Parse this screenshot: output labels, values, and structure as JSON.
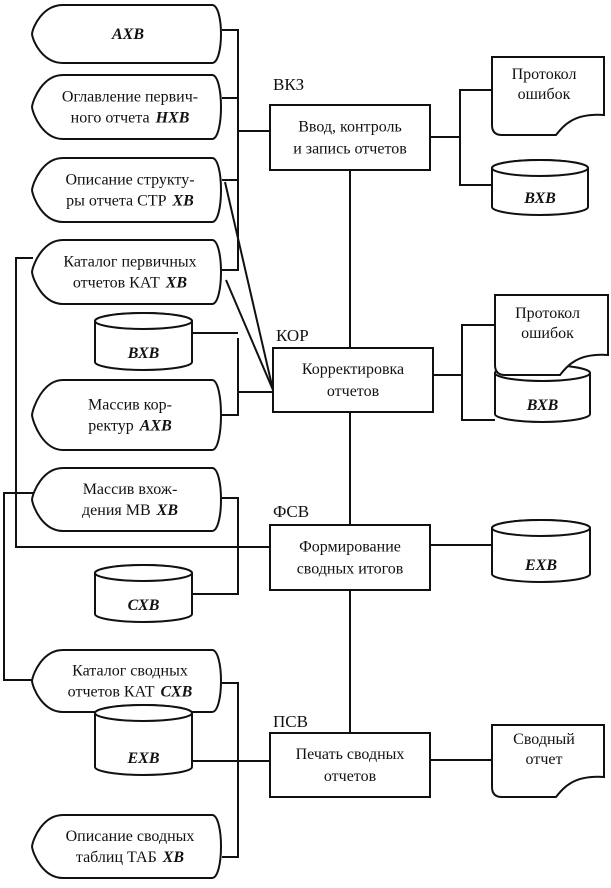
{
  "processes": [
    {
      "code": "ВКЗ",
      "lines": [
        "Ввод, контроль",
        "и запись отчетов"
      ]
    },
    {
      "code": "КОР",
      "lines": [
        "Корректировка",
        "отчетов"
      ]
    },
    {
      "code": "ФСВ",
      "lines": [
        "Формирование",
        "сводных итогов"
      ]
    },
    {
      "code": "ПСВ",
      "lines": [
        "Печать сводных",
        "отчетов"
      ]
    }
  ],
  "left_stores": [
    {
      "lines": [
        ""
      ],
      "code": "АХВ"
    },
    {
      "lines": [
        "Оглавление первич-",
        "ного отчета"
      ],
      "code": "НХВ"
    },
    {
      "lines": [
        "Описание структу-",
        "ры отчета СТР"
      ],
      "code": "ХВ"
    },
    {
      "lines": [
        "Каталог первичных",
        "отчетов КАТ"
      ],
      "code": "ХВ"
    },
    {
      "lines": [
        "Массив кор-",
        "ректур"
      ],
      "code": "АХВ"
    },
    {
      "lines": [
        "Массив вхож-",
        "дения МВ"
      ],
      "code": "ХВ"
    },
    {
      "lines": [
        "Каталог сводных",
        "отчетов КАТ"
      ],
      "code": "СХВ"
    },
    {
      "lines": [
        "Описание сводных",
        "таблиц ТАБ"
      ],
      "code": "ХВ"
    }
  ],
  "left_disks": [
    {
      "code": "ВХВ"
    },
    {
      "code": "СХВ"
    },
    {
      "code": "ЕХВ"
    }
  ],
  "right_documents": [
    {
      "lines": [
        "Протокол",
        "ошибок"
      ]
    },
    {
      "lines": [
        "Протокол",
        "ошибок"
      ]
    },
    {
      "lines": [
        "Сводный",
        "отчет"
      ]
    }
  ],
  "right_disks": [
    {
      "code": "ВХВ"
    },
    {
      "code": "ВХВ"
    },
    {
      "code": "ЕХВ"
    }
  ]
}
